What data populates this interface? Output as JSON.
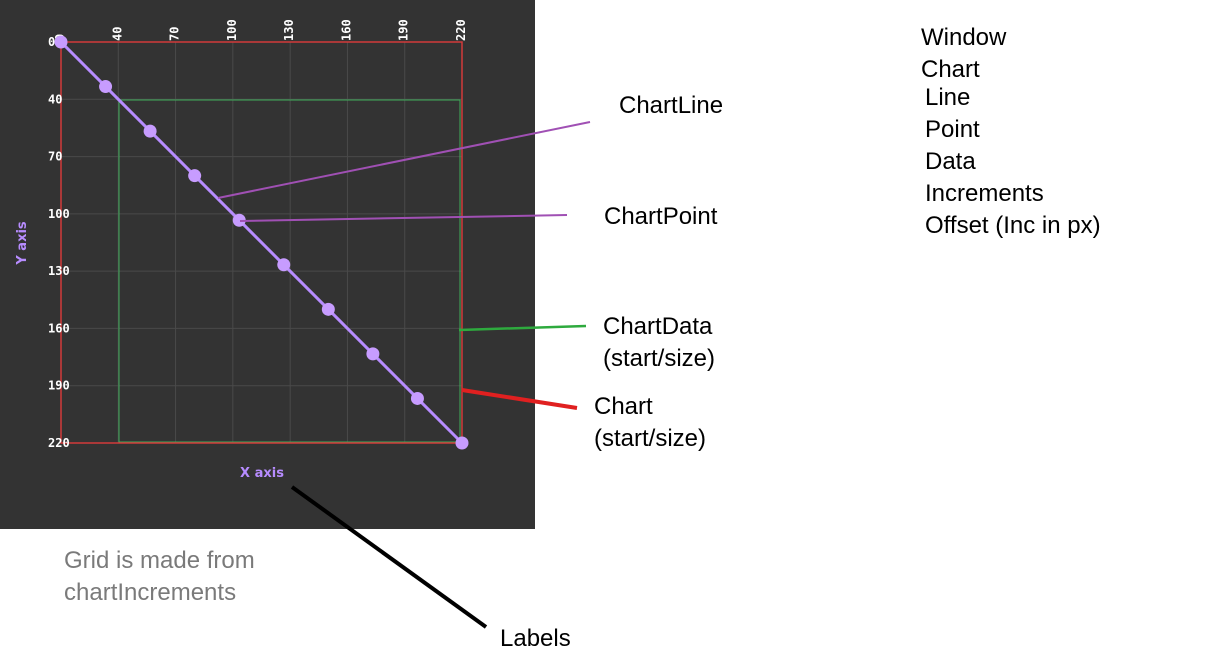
{
  "chart": {
    "x_ticks": [
      "0",
      "40",
      "70",
      "100",
      "130",
      "160",
      "190",
      "220"
    ],
    "y_ticks": [
      "0",
      "40",
      "70",
      "100",
      "130",
      "160",
      "190",
      "220"
    ],
    "x_axis_title": "X axis",
    "y_axis_title": "Y axis",
    "colors": {
      "background": "#333333",
      "grid": "#4a4a4a",
      "chart_border": "#d23b3b",
      "data_border": "#3fae5a",
      "line": "#b78cff",
      "point": "#c79cff",
      "tick_text": "#ffffff",
      "axis_title": "#b78cff"
    }
  },
  "chart_data": {
    "type": "line",
    "x": [
      0,
      25,
      50,
      75,
      100,
      125,
      150,
      175,
      200,
      225
    ],
    "y": [
      0,
      25,
      50,
      75,
      100,
      125,
      150,
      175,
      200,
      225
    ],
    "xlim": [
      0,
      225
    ],
    "ylim": [
      0,
      225
    ],
    "x_tick_labels": [
      "0",
      "40",
      "70",
      "100",
      "130",
      "160",
      "190",
      "220"
    ],
    "y_tick_labels": [
      "0",
      "40",
      "70",
      "100",
      "130",
      "160",
      "190",
      "220"
    ],
    "xlabel": "X axis",
    "ylabel": "Y axis",
    "grid": true,
    "y_axis_inverted": true,
    "x_tick_position": "top"
  },
  "annotations": {
    "chart_line": "ChartLine",
    "chart_point": "ChartPoint",
    "chart_data": "ChartData\n(start/size)",
    "chart": "Chart\n(start/size)",
    "labels": "Labels",
    "grid_note": "Grid is made from\nchartIncrements"
  },
  "hierarchy": {
    "title": "Window",
    "items": [
      "Chart",
      "Line",
      "Point",
      "Data",
      "Increments",
      "Offset (Inc in px)"
    ]
  },
  "leader_colors": {
    "line": "#a050b4",
    "point": "#a050b4",
    "data": "#2eaa3e",
    "chart": "#e02020",
    "labels": "#000000"
  }
}
